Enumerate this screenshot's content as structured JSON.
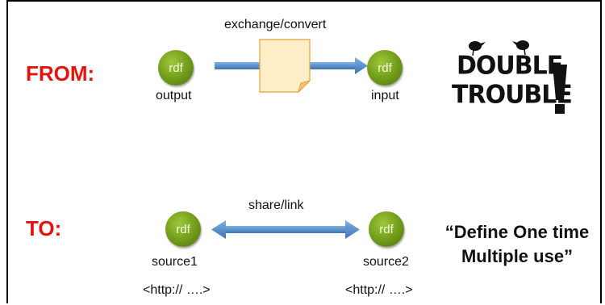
{
  "from": {
    "label": "FROM:",
    "arrow_label": "exchange/convert",
    "source_node": {
      "text": "rdf",
      "caption": "output"
    },
    "target_node": {
      "text": "rdf",
      "caption": "input"
    },
    "logo_text": [
      "DOUBLE",
      "TROUBLE"
    ],
    "exclamation": "!"
  },
  "to": {
    "label": "TO:",
    "arrow_label": "share/link",
    "node1": {
      "text": "rdf",
      "caption": "source1",
      "uri": "<http:// ….>"
    },
    "node2": {
      "text": "rdf",
      "caption": "source2",
      "uri": "<http:// ….>"
    },
    "quote_line1": "“Define One time",
    "quote_line2": "Multiple use”"
  },
  "colors": {
    "label_red": "#e3130f",
    "arrow_blue": "#4a86c8",
    "node_green": "#6f9a18",
    "document_fill": "#fdeec8"
  },
  "icons": [
    "document-icon",
    "double-trouble-logo",
    "bird-icon"
  ]
}
